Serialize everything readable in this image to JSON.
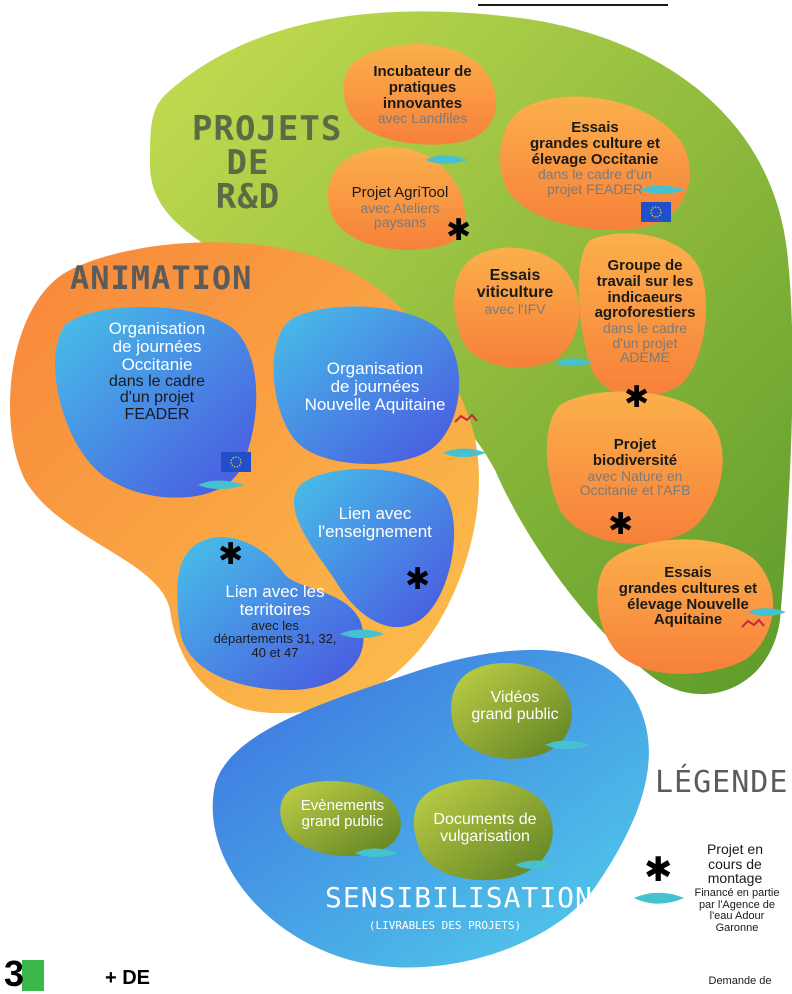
{
  "sections": {
    "rd": {
      "title_1": "PROJETS",
      "title_2": "DE R&D",
      "cards": [
        {
          "line1": "Incubateur de",
          "line2": "pratiques",
          "line3": "innovantes",
          "sub": "avec Landfiles"
        },
        {
          "line1": "Essais",
          "line2": "grandes culture et",
          "line3": "élevage Occitanie",
          "sub1": "dans le cadre d'un",
          "sub2": "projet FEADER"
        },
        {
          "line1": "Projet AgriTool",
          "sub1": "avec Ateliers",
          "sub2": "paysans"
        },
        {
          "line1": "Essais",
          "line2": "viticulture",
          "sub": "avec l'IFV"
        },
        {
          "line1": "Groupe de",
          "line2": "travail sur les",
          "line3": "indicaeurs",
          "line4": "agroforestiers",
          "sub1": "dans le cadre",
          "sub2": "d'un projet",
          "sub3": "ADEME"
        },
        {
          "line1": "Projet",
          "line2": "biodiversité",
          "sub1": "avec Nature en",
          "sub2": "Occitanie et l'AFB"
        },
        {
          "line1": "Essais",
          "line2": "grandes cultures et",
          "line3": "élevage Nouvelle",
          "line4": "Aquitaine"
        }
      ]
    },
    "animation": {
      "title": "ANIMATION",
      "cards": [
        {
          "line1": "Organisation",
          "line2": "de journées",
          "line3": "Occitanie",
          "dark1": "dans le cadre",
          "dark2": "d'un projet",
          "dark3": "FEADER"
        },
        {
          "line1": "Organisation",
          "line2": "de journées",
          "line3": "Nouvelle Aquitaine"
        },
        {
          "line1": "Lien avec",
          "line2": "l'enseignement"
        },
        {
          "line1": "Lien avec les",
          "line2": "territoires",
          "dark1": "avec les",
          "dark2": "départements 31, 32,",
          "dark3": "40 et 47"
        }
      ]
    },
    "sensibilisation": {
      "title": "SENSIBILISATION",
      "subtitle": "(LIVRABLES DES PROJETS)",
      "cards": [
        {
          "line1": "Vidéos",
          "line2": "grand public"
        },
        {
          "line1": "Evènements",
          "line2": "grand public"
        },
        {
          "line1": "Documents de",
          "line2": "vulgarisation"
        }
      ]
    }
  },
  "legend": {
    "title": "LÉGENDE",
    "items": [
      {
        "icon": "asterisk-icon",
        "line1": "Projet en",
        "line2": "cours de",
        "line3": "montage"
      },
      {
        "icon": "water-agency-logo",
        "line1": "Financé en partie",
        "line2": "par l'Agence de",
        "line3": "l'eau Adour",
        "line4": "Garonne"
      },
      {
        "icon": "",
        "line1": "Demande de"
      }
    ]
  },
  "footer": {
    "left_glyph": "3",
    "text": "+ DE"
  },
  "colors": {
    "green": "#9cc43a",
    "orange": "#f7963a",
    "blue": "#3d7fe0",
    "cyan": "#4fc8e8",
    "eu_blue": "#1f4fc9"
  }
}
